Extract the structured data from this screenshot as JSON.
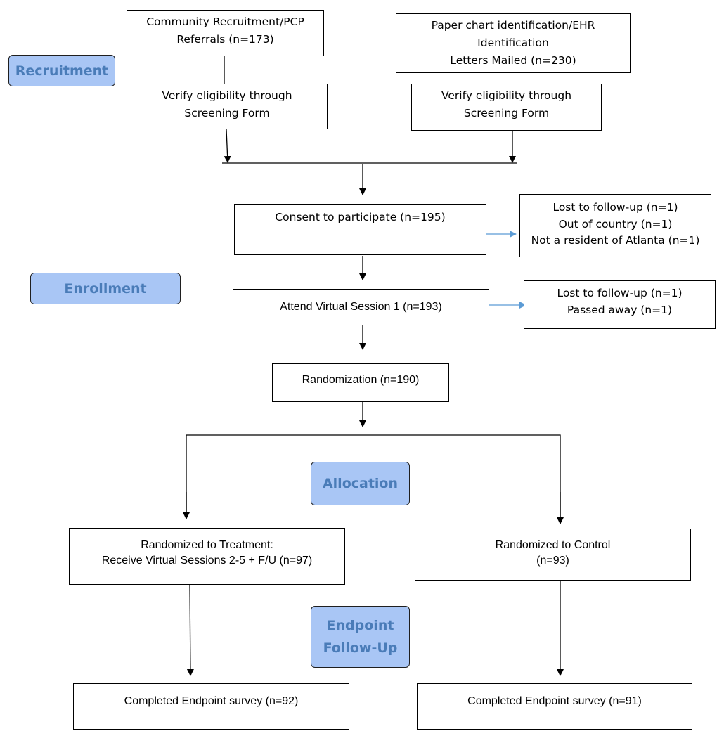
{
  "phases": {
    "recruitment": "Recruitment",
    "enrollment": "Enrollment",
    "allocation": "Allocation",
    "endpoint_line1": "Endpoint",
    "endpoint_line2": "Follow-Up"
  },
  "boxes": {
    "community": [
      "Community Recruitment/PCP",
      "Referrals (n=173)"
    ],
    "paper": [
      "Paper chart identification/EHR",
      "Identification",
      "Letters Mailed (n=230)"
    ],
    "verify_left": [
      "Verify eligibility through",
      "Screening Form"
    ],
    "verify_right": [
      "Verify eligibility through",
      "Screening Form"
    ],
    "consent": "Consent to participate (n=195)",
    "lost1": [
      "Lost to follow-up (n=1)",
      "Out of country (n=1)",
      "Not a resident of Atlanta (n=1)"
    ],
    "attend": "Attend Virtual Session 1 (n=193)",
    "lost2": [
      "Lost to follow-up (n=1)",
      "Passed away (n=1)"
    ],
    "randomization": "Randomization (n=190)",
    "treatment": [
      "Randomized to Treatment:",
      "Receive Virtual Sessions 2-5 + F/U (n=97)"
    ],
    "control": [
      "Randomized to Control",
      "(n=93)"
    ],
    "endpoint_left": "Completed Endpoint survey (n=92)",
    "endpoint_right": "Completed Endpoint survey (n=91)"
  },
  "colors": {
    "phase_fill": "#a9c6f5",
    "phase_text": "#4a7cb8",
    "side_arrow": "#5b9bd5",
    "line": "#000000"
  }
}
